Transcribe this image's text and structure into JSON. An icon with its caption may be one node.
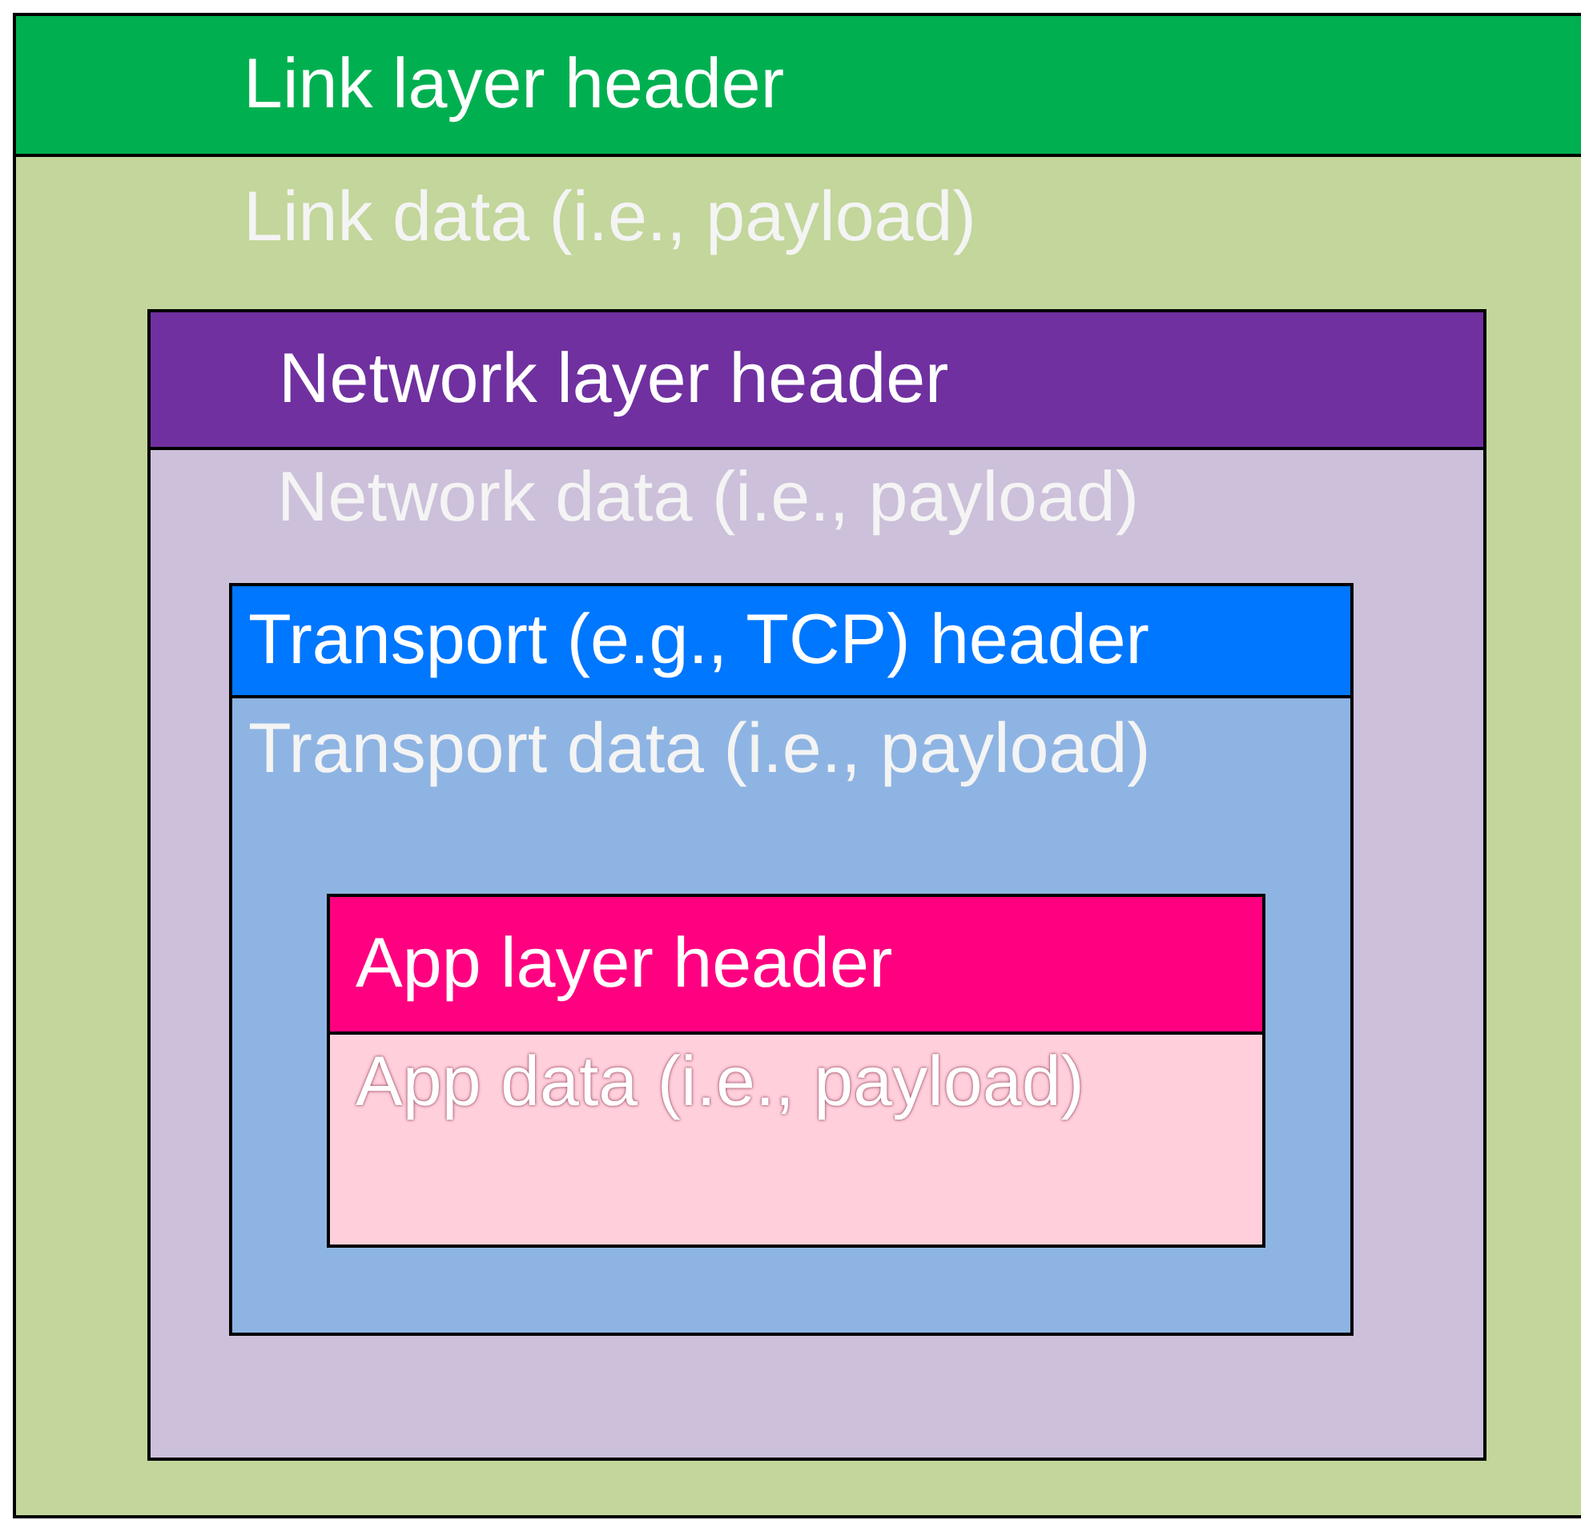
{
  "diagram": {
    "nodes": [
      {
        "text": [
          "Link data (i.e., payload)"
        ]
      },
      {
        "text": [
          "Link layer header"
        ],
        "in": 0
      },
      {
        "text": [
          "Network data (i.e., payload)"
        ],
        "in": 0
      },
      {
        "text": [
          "Network layer header"
        ],
        "in": 2
      },
      {
        "text": [
          "Transport data (i.e., payload)"
        ],
        "in": 2
      },
      {
        "text": [
          "Transport (e.g., TCP) header"
        ],
        "in": 4
      },
      {
        "text": [
          "App data (i.e., payload)"
        ],
        "in": 4
      },
      {
        "text": [
          "App layer header"
        ],
        "in": 6
      }
    ]
  }
}
